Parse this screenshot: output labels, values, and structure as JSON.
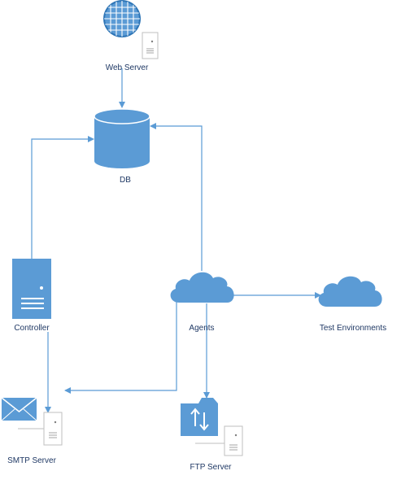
{
  "nodes": {
    "web_server": {
      "label": "Web Server",
      "icon": "globe-server-icon"
    },
    "db": {
      "label": "DB",
      "icon": "database-icon"
    },
    "controller": {
      "label": "Controller",
      "icon": "server-tower-icon"
    },
    "agents": {
      "label": "Agents",
      "icon": "cloud-icon"
    },
    "test_environments": {
      "label": "Test Environments",
      "icon": "cloud-icon"
    },
    "smtp_server": {
      "label": "SMTP Server",
      "icon": "envelope-server-icon"
    },
    "ftp_server": {
      "label": "FTP Server",
      "icon": "folder-transfer-server-icon"
    }
  },
  "connections": [
    {
      "from": "Web Server",
      "to": "DB"
    },
    {
      "from": "Controller",
      "to": "DB"
    },
    {
      "from": "Agents",
      "to": "DB"
    },
    {
      "from": "Agents",
      "to": "Test Environments"
    },
    {
      "from": "Agents",
      "to": "FTP Server"
    },
    {
      "from": "Agents",
      "to": "SMTP Server"
    },
    {
      "from": "Controller",
      "to": "SMTP Server"
    }
  ],
  "colors": {
    "shape_fill": "#5b9bd5",
    "shape_dark": "#2e75b6",
    "line": "#5b9bd5",
    "label_text": "#1f3864",
    "server_card_border": "#bfbfbf"
  }
}
